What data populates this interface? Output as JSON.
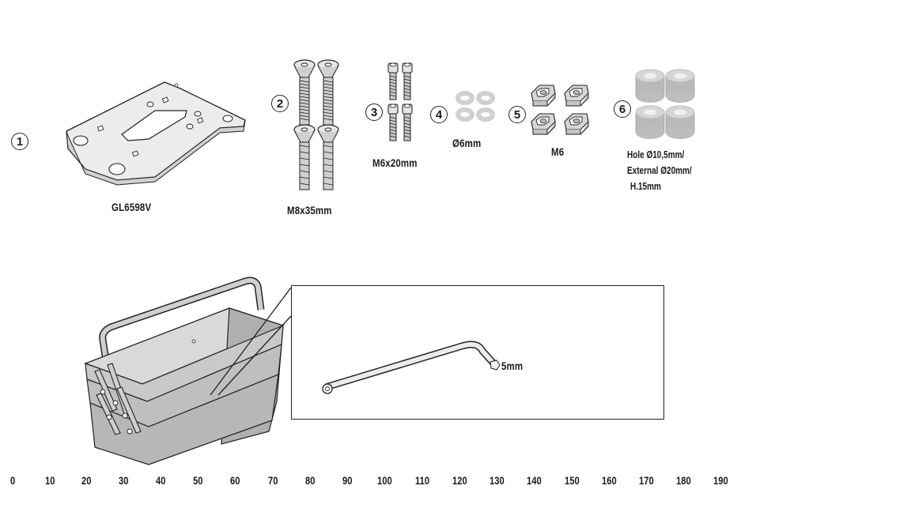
{
  "parts": [
    {
      "number": "1",
      "label": "GL6598V"
    },
    {
      "number": "2",
      "label": "M8x35mm"
    },
    {
      "number": "3",
      "label": "M6x20mm"
    },
    {
      "number": "4",
      "label": "Ø6mm"
    },
    {
      "number": "5",
      "label": "M6"
    },
    {
      "number": "6",
      "label_lines": [
        "Hole Ø10,5mm/",
        "External Ø20mm/",
        "H.15mm"
      ]
    }
  ],
  "tool": {
    "label": "5mm"
  },
  "ruler": {
    "ticks": [
      "0",
      "10",
      "20",
      "30",
      "40",
      "50",
      "60",
      "70",
      "80",
      "90",
      "100",
      "110",
      "120",
      "130",
      "140",
      "150",
      "160",
      "170",
      "180",
      "190"
    ]
  }
}
